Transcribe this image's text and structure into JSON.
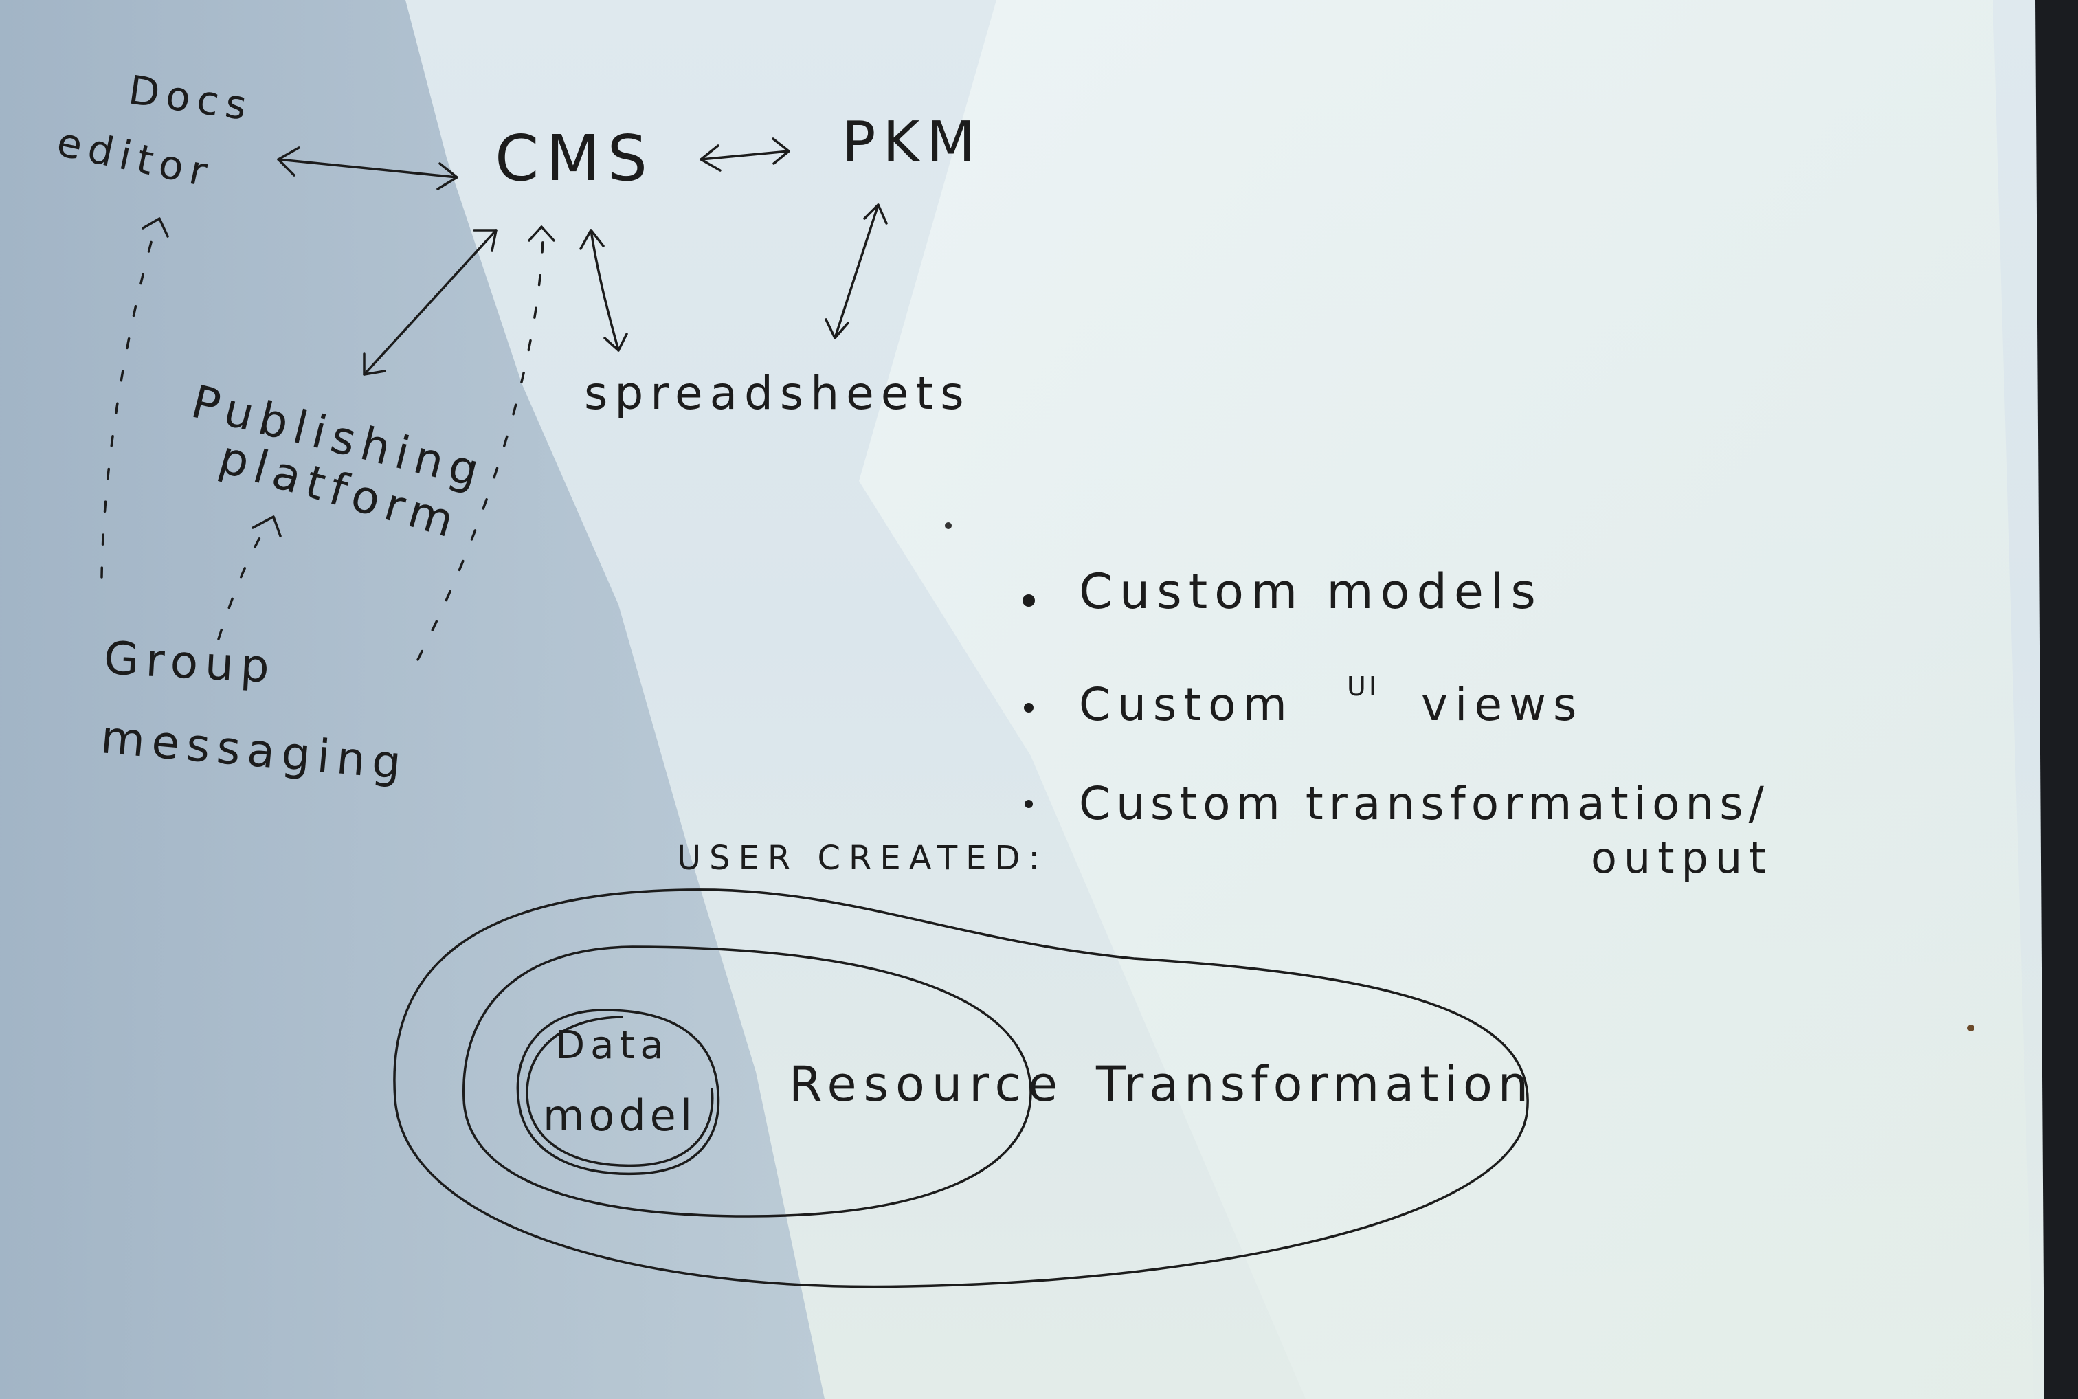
{
  "diagram": {
    "nodes": {
      "docs_editor": [
        "Docs",
        "editor"
      ],
      "cms": "CMS",
      "pkm": "PKM",
      "publishing_platform": [
        "Publishing",
        "platform"
      ],
      "spreadsheets": "spreadsheets",
      "group_messaging": [
        "Group",
        "messaging"
      ]
    },
    "features": [
      {
        "text": "Custom models"
      },
      {
        "text": "Custom",
        "sup": "UI",
        "rest": "views"
      },
      {
        "text": "Custom transformations/",
        "line2": "output"
      }
    ],
    "user_created": {
      "label": "USER CREATED:",
      "layers": [
        "Data model",
        "Resource",
        "Transformation"
      ],
      "data_model_lines": [
        "Data",
        "model"
      ]
    }
  },
  "colors": {
    "paper": "#dfe9ee",
    "ink": "#1c1c1c",
    "shadow": "#9fb2c4",
    "edge": "#1a1c20"
  }
}
